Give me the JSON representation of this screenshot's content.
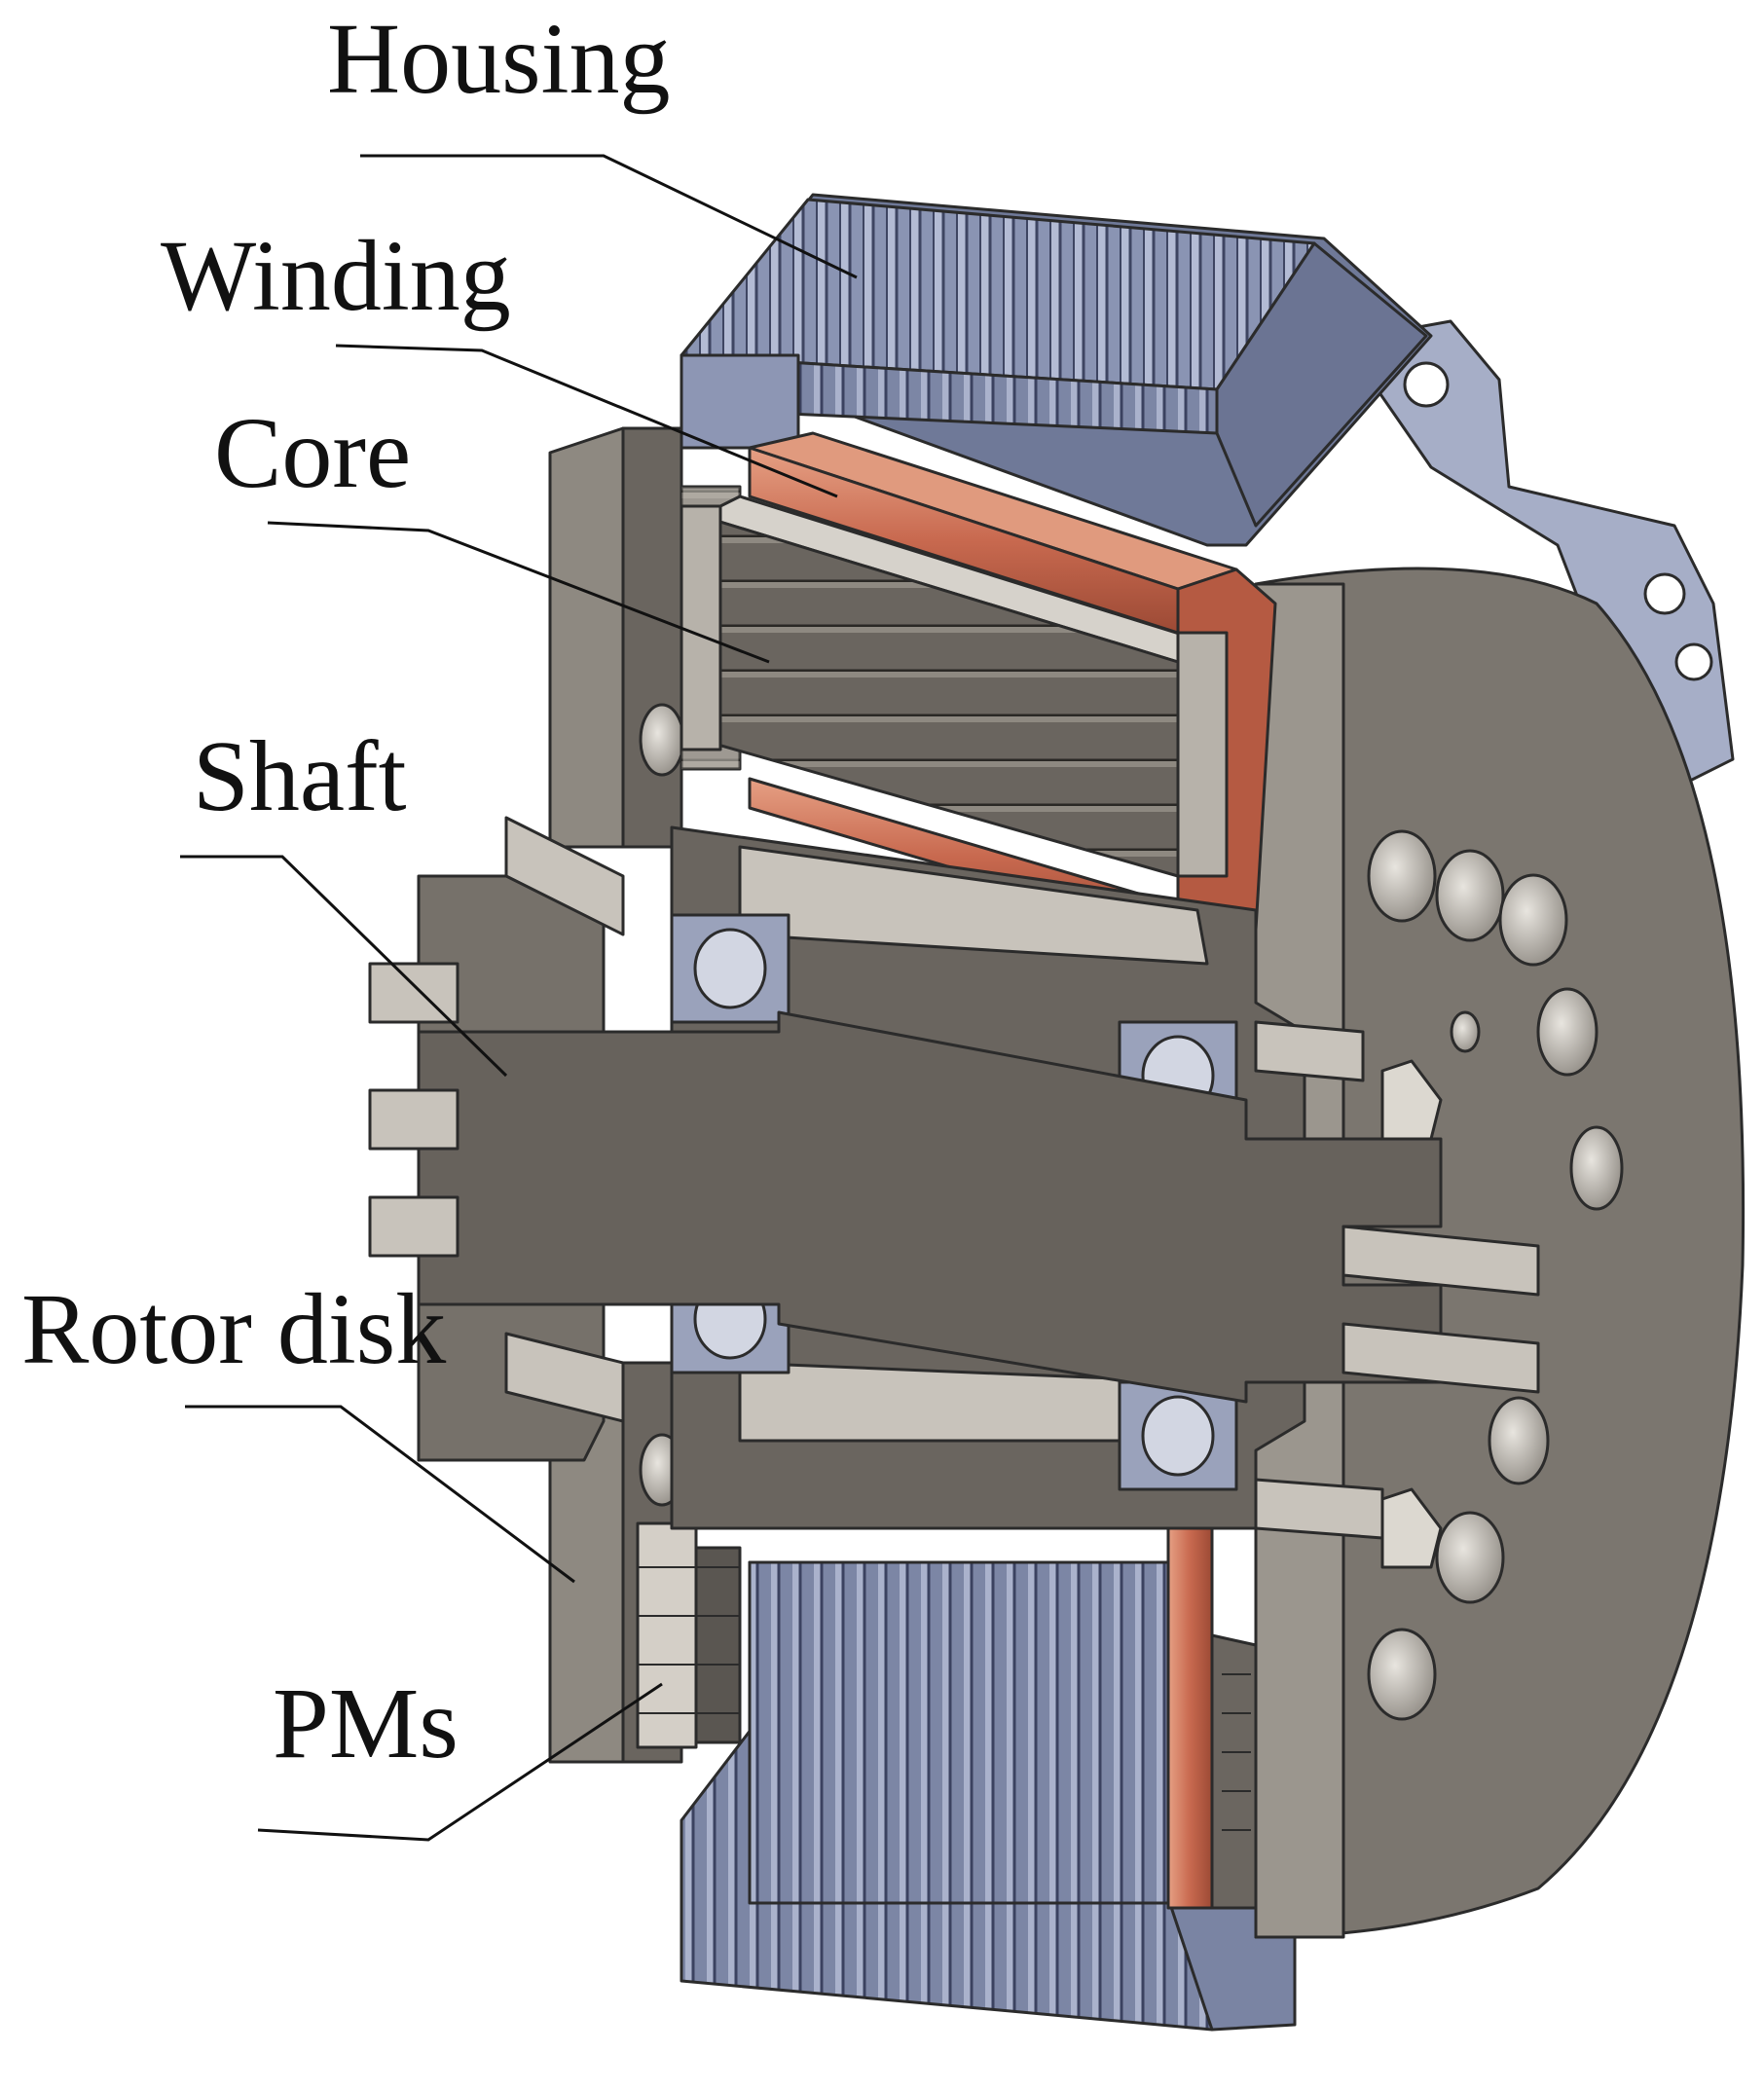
{
  "labels": {
    "housing": "Housing",
    "winding": "Winding",
    "core": "Core",
    "shaft": "Shaft",
    "rotor_disk": "Rotor disk",
    "pms": "PMs"
  },
  "colors": {
    "housing": "#7d87a6",
    "housing_light": "#aab2cc",
    "housing_dark": "#4f5775",
    "winding": "#c8694f",
    "winding_light": "#e39a7e",
    "steel": "#6b6660",
    "steel_light": "#9a958d",
    "steel_dark": "#4e4a45",
    "disk_face": "#7a756e",
    "pm": "#b9b4ab",
    "pm_light": "#dcd8d0",
    "bearing": "#9aa2bb",
    "background": "#ffffff",
    "line": "#111111"
  }
}
